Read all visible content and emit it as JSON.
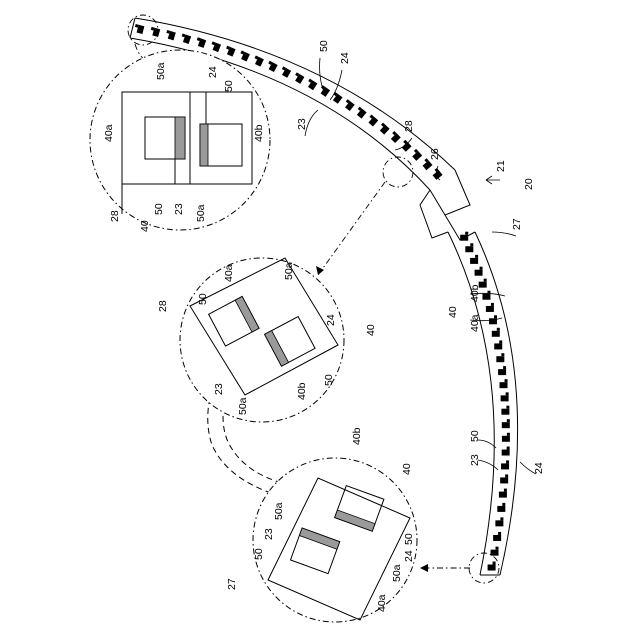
{
  "labels": {
    "ref_20": "20",
    "ref_21": "21",
    "ref_23": "23",
    "ref_24": "24",
    "ref_26": "26",
    "ref_27": "27",
    "ref_28": "28",
    "ref_40": "40",
    "ref_40a": "40a",
    "ref_40b": "40b",
    "ref_50": "50",
    "ref_50a": "50a"
  },
  "colors": {
    "line": "#000000",
    "background": "#ffffff",
    "hatch": "#9a9a9a"
  }
}
